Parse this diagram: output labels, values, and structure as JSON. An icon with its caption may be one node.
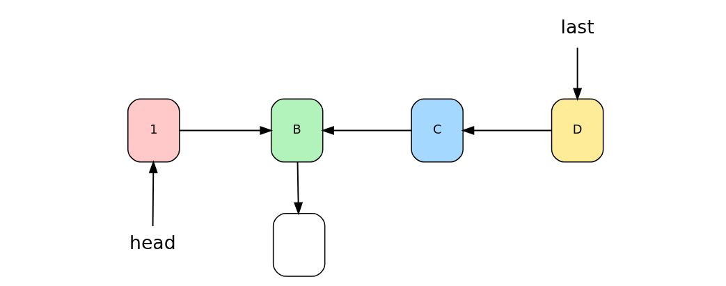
{
  "diagram": {
    "nodes": [
      {
        "text": [
          "1"
        ]
      },
      {
        "text": [
          "B"
        ]
      },
      {
        "text": [
          "C"
        ]
      },
      {
        "text": [
          "D"
        ]
      },
      {
        "text": [],
        "shape": "box"
      },
      {
        "text": [
          "head"
        ]
      },
      {
        "text": [
          "last"
        ]
      }
    ],
    "edges": [
      {
        "from": 0,
        "to": 1,
        "arrow": "to"
      },
      {
        "from": 2,
        "to": 1,
        "arrow": "to"
      },
      {
        "from": 3,
        "to": 2,
        "arrow": "to"
      },
      {
        "from": 1,
        "to": 4,
        "arrow": "to"
      },
      {
        "from": 5,
        "to": 0,
        "arrow": "to"
      },
      {
        "from": 6,
        "to": 3,
        "arrow": "to"
      }
    ]
  }
}
